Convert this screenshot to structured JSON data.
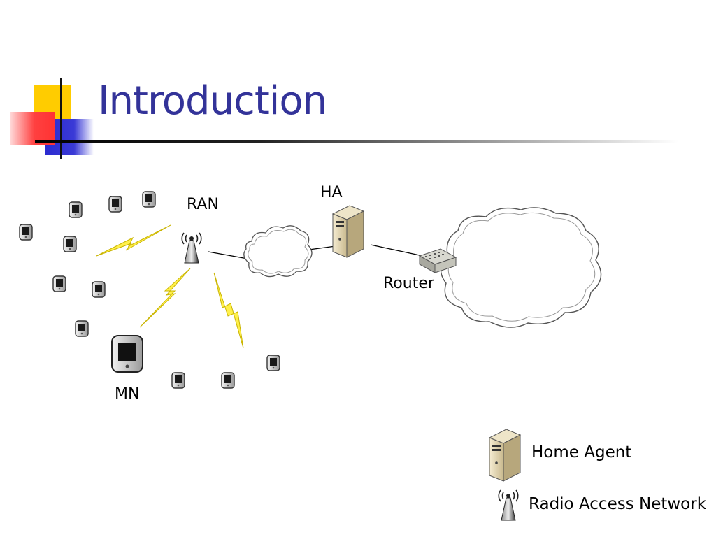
{
  "slide": {
    "title": "Introduction"
  },
  "diagram": {
    "labels": {
      "ran": "RAN",
      "ha": "HA",
      "router": "Router",
      "mn": "MN"
    }
  },
  "legend": [
    {
      "icon": "server-icon",
      "label": "Home Agent"
    },
    {
      "icon": "antenna-icon",
      "label": "Radio Access Network"
    }
  ],
  "colors": {
    "title": "#333399",
    "accent_yellow": "#ffcc00",
    "accent_red": "#ff3333",
    "accent_blue": "#3333cc",
    "lightning": "#ffee33"
  }
}
